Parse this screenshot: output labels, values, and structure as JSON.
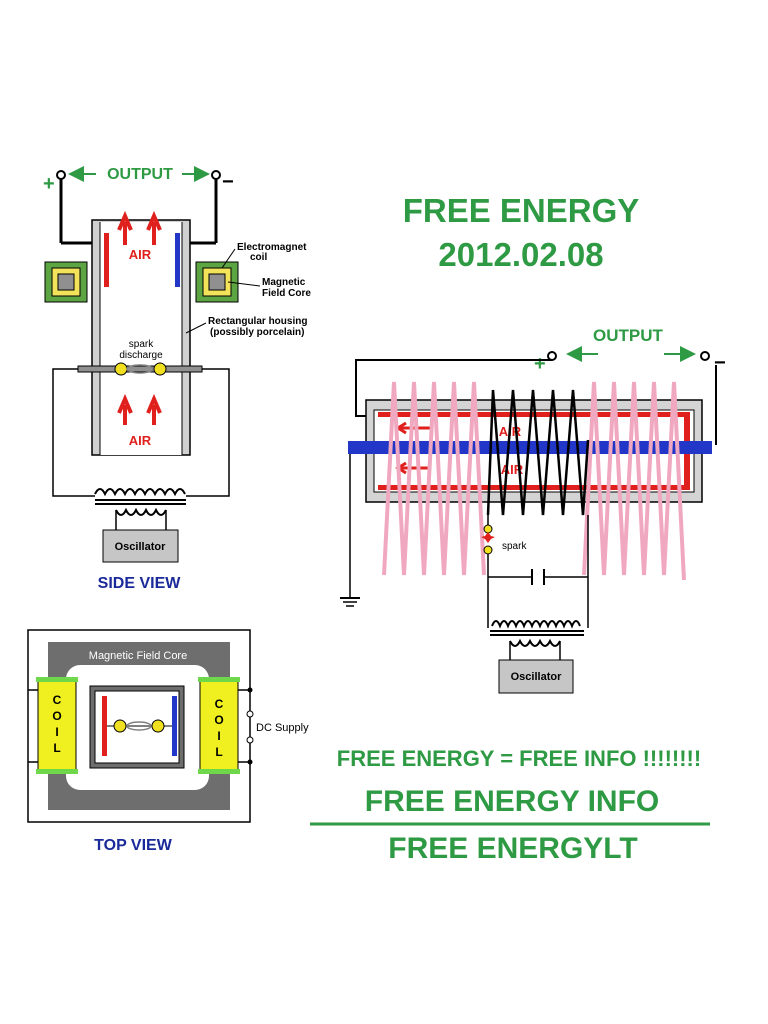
{
  "headline": {
    "title": "FREE ENERGY",
    "date": "2012.02.08"
  },
  "side_view": {
    "output": "OUTPUT",
    "plus": "+",
    "minus": "−",
    "air_top": "AIR",
    "air_bottom": "AIR",
    "spark_1": "spark",
    "spark_2": "discharge",
    "em_coil_1": "Electromagnet",
    "em_coil_2": "coil",
    "mag_core_1": "Magnetic",
    "mag_core_2": "Field Core",
    "housing_1": "Rectangular housing",
    "housing_2": "(possibly porcelain)",
    "oscillator": "Oscillator",
    "caption": "SIDE VIEW"
  },
  "top_view": {
    "core": "Magnetic Field Core",
    "coil_left": [
      "C",
      "O",
      "I",
      "L"
    ],
    "coil_right": [
      "C",
      "O",
      "I",
      "L"
    ],
    "dc": "DC Supply",
    "caption": "TOP VIEW"
  },
  "right_view": {
    "output": "OUTPUT",
    "plus": "+",
    "minus": "−",
    "air_1": "AIR",
    "air_2": "AIR",
    "spark": "spark",
    "oscillator": "Oscillator"
  },
  "tagline": "FREE ENERGY = FREE INFO !!!!!!!!",
  "links": {
    "line1": "FREE ENERGY INFO",
    "line2": "FREE ENERGYLT"
  },
  "colors": {
    "green": "#2e9a44",
    "red": "#e0201c",
    "blue": "#2236c8",
    "pink": "#f0a8c0",
    "yellow": "#f0f020"
  }
}
